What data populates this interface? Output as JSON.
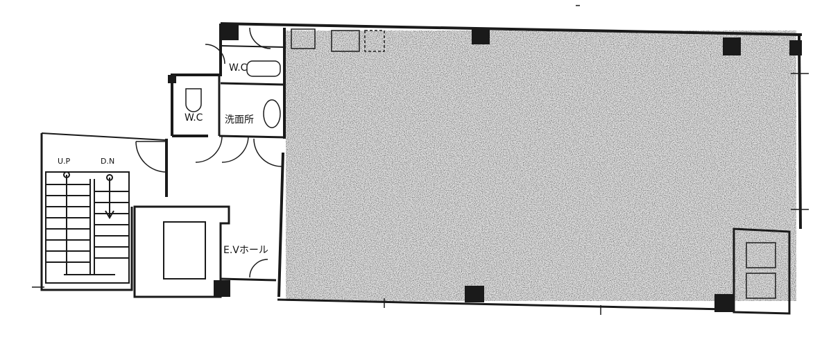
{
  "labels": {
    "up": "U.P",
    "dn": "D.N",
    "wc_upper": "W.C",
    "wc_lower": "W.C",
    "washroom": "洗面所",
    "ev_hall": "E.Vホール"
  },
  "colors": {
    "wall": "#1a1a1a",
    "speckle": "#2b2b2b",
    "background": "#ffffff"
  }
}
